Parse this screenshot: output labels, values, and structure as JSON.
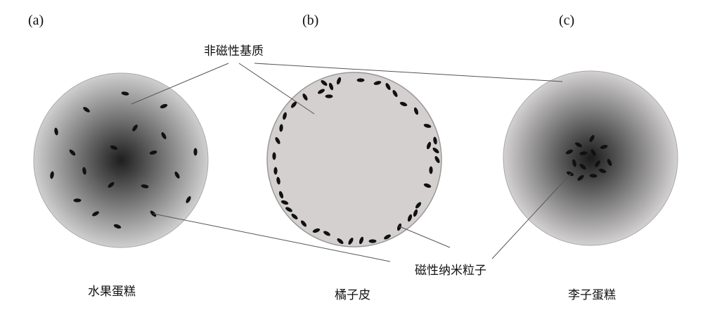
{
  "panels": {
    "a": "(a)",
    "b": "(b)",
    "c": "(c)"
  },
  "labels": {
    "matrix": "非磁性基质",
    "nanoparticles": "磁性纳米粒子",
    "fruit_cake": "水果蛋糕",
    "orange_peel": "橘子皮",
    "plum_cake": "李子蛋糕"
  },
  "colors": {
    "particle": "#111111",
    "matrix_light": "#d3d0d0",
    "matrix_dark": "#1e1e1e",
    "line": "#555555"
  }
}
